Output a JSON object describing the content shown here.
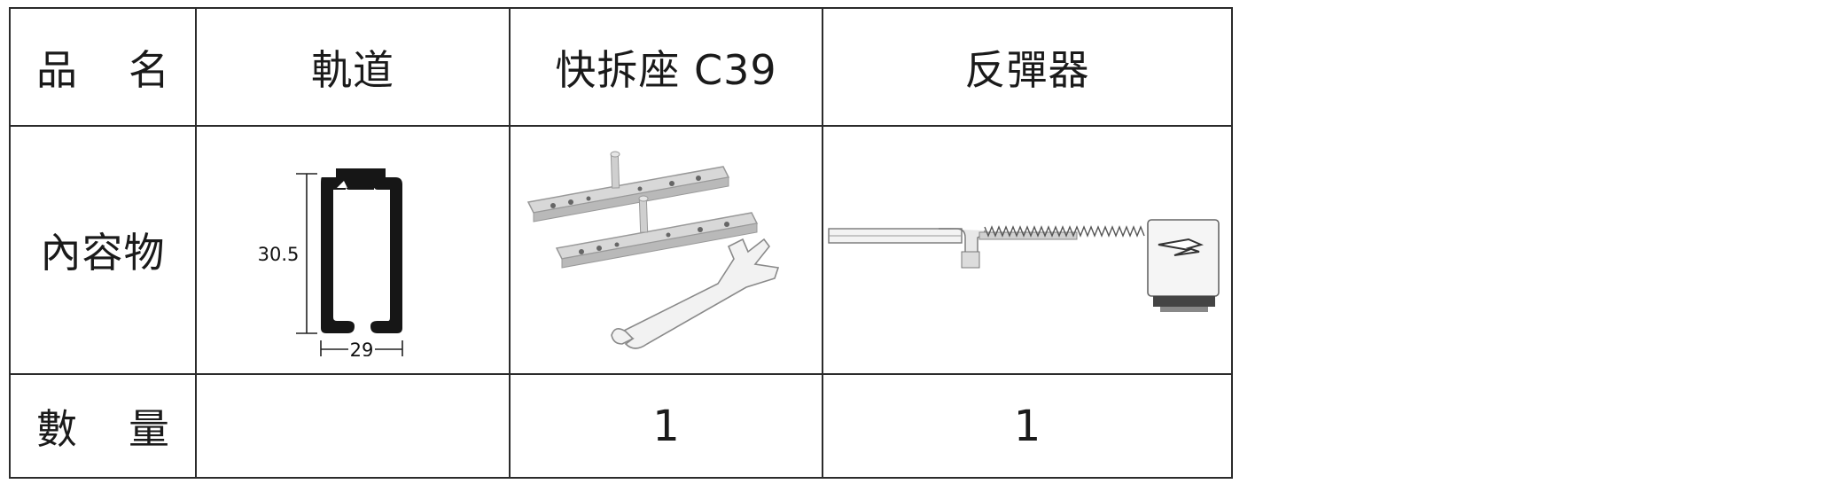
{
  "table": {
    "header": {
      "label_char1": "品",
      "label_char2": "名",
      "col1": "軌道",
      "col2": "快拆座 C39",
      "col3": "反彈器"
    },
    "contents_row": {
      "label": "內容物",
      "rail_height": "30.5",
      "rail_width": "29"
    },
    "quantity_row": {
      "label_char1": "數",
      "label_char2": "量",
      "col1": "",
      "col2": "1",
      "col3": "1"
    }
  }
}
